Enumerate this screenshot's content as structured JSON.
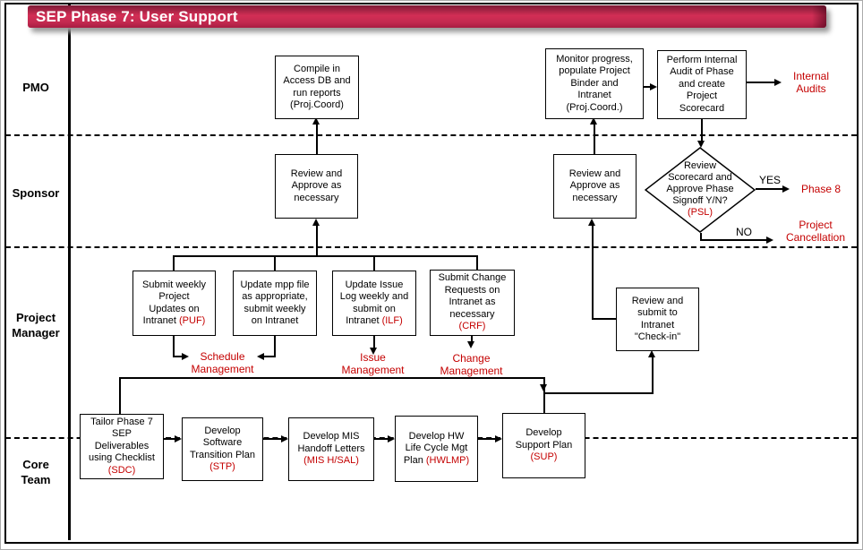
{
  "title": "SEP Phase 7: User Support",
  "colors": {
    "accent_red": "#c40000",
    "title_bar": "#c9234c"
  },
  "lanes": {
    "pmo": [
      "PMO"
    ],
    "sponsor": [
      "Sponsor"
    ],
    "project_manager": [
      "Project",
      "Manager"
    ],
    "core_team": [
      "Core",
      "Team"
    ]
  },
  "boxes": {
    "compile": [
      [
        "Compile in"
      ],
      [
        "Access DB and"
      ],
      [
        "run reports"
      ],
      [
        "(Proj.Coord)"
      ]
    ],
    "monitor": [
      [
        "Monitor progress,"
      ],
      [
        "populate Project"
      ],
      [
        "Binder and"
      ],
      [
        "Intranet"
      ],
      [
        "(Proj.Coord.)"
      ]
    ],
    "audit": [
      [
        "Perform Internal"
      ],
      [
        "Audit of Phase"
      ],
      [
        "and create"
      ],
      [
        "Project"
      ],
      [
        "Scorecard"
      ]
    ],
    "review_left": [
      [
        "Review and"
      ],
      [
        "Approve as"
      ],
      [
        "necessary"
      ]
    ],
    "review_right": [
      [
        "Review and"
      ],
      [
        "Approve as"
      ],
      [
        "necessary"
      ]
    ],
    "puf": [
      [
        "Submit weekly"
      ],
      [
        "Project"
      ],
      [
        "Updates on"
      ],
      [
        "Intranet ",
        {
          "t": "(PUF)",
          "red": true
        }
      ]
    ],
    "mpp": [
      [
        "Update mpp file"
      ],
      [
        "as appropriate,"
      ],
      [
        "submit weekly"
      ],
      [
        "on Intranet"
      ]
    ],
    "ilf": [
      [
        "Update Issue"
      ],
      [
        "Log weekly and"
      ],
      [
        "submit on"
      ],
      [
        "Intranet ",
        {
          "t": "(ILF)",
          "red": true
        }
      ]
    ],
    "crf": [
      [
        "Submit Change"
      ],
      [
        "Requests on"
      ],
      [
        "Intranet as"
      ],
      [
        "necessary"
      ],
      [
        {
          "t": "(CRF)",
          "red": true
        }
      ]
    ],
    "checkin": [
      [
        "Review and"
      ],
      [
        "submit to"
      ],
      [
        "Intranet"
      ],
      [
        "\"Check-in\""
      ]
    ],
    "tailor": [
      [
        "Tailor Phase 7"
      ],
      [
        "SEP"
      ],
      [
        "Deliverables"
      ],
      [
        "using Checklist"
      ],
      [
        {
          "t": "(SDC)",
          "red": true
        }
      ]
    ],
    "stp": [
      [
        "Develop"
      ],
      [
        "Software"
      ],
      [
        "Transition Plan"
      ],
      [
        {
          "t": "(STP)",
          "red": true
        }
      ]
    ],
    "mis": [
      [
        "Develop MIS"
      ],
      [
        "Handoff Letters"
      ],
      [
        {
          "t": "(MIS H/SAL)",
          "red": true
        }
      ]
    ],
    "hw": [
      [
        "Develop HW"
      ],
      [
        "Life Cycle Mgt"
      ],
      [
        "Plan ",
        {
          "t": "(HWLMP)",
          "red": true
        }
      ]
    ],
    "sup": [
      [
        "Develop"
      ],
      [
        "Support Plan"
      ],
      [
        {
          "t": "(SUP)",
          "red": true
        }
      ]
    ]
  },
  "decision": {
    "lines": [
      [
        "Review"
      ],
      [
        "Scorecard and"
      ],
      [
        "Approve Phase"
      ],
      [
        "Signoff Y/N?"
      ],
      [
        {
          "t": "(PSL)",
          "red": true
        }
      ]
    ]
  },
  "flow_labels": {
    "schedule": [
      [
        "Schedule"
      ],
      [
        "Management"
      ]
    ],
    "issue": [
      [
        "Issue"
      ],
      [
        "Management"
      ]
    ],
    "change": [
      [
        "Change"
      ],
      [
        "Management"
      ]
    ],
    "internal_audits": [
      [
        "Internal"
      ],
      [
        "Audits"
      ]
    ],
    "phase8": [
      [
        "Phase 8"
      ]
    ],
    "project_cancellation": [
      [
        "Project"
      ],
      [
        "Cancellation"
      ]
    ]
  },
  "edge_labels": {
    "yes": "YES",
    "no": "NO"
  }
}
